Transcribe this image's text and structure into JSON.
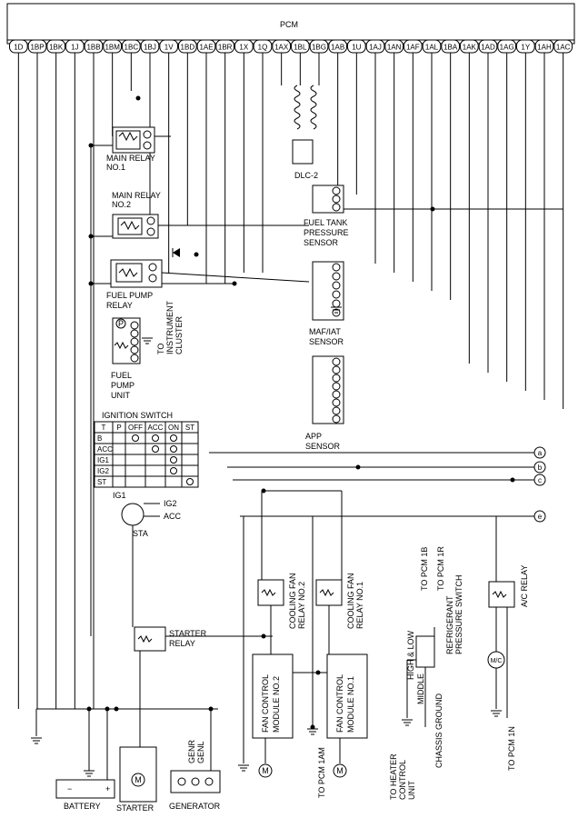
{
  "pcm": {
    "title": "PCM",
    "pins": [
      "1D",
      "1BP",
      "1BK",
      "1J",
      "1BB",
      "1BM",
      "1BC",
      "1BJ",
      "1V",
      "1BD",
      "1AE",
      "1BR",
      "1X",
      "1Q",
      "1AX",
      "1BL",
      "1BG",
      "1AB",
      "1U",
      "1AJ",
      "1AN",
      "1AF",
      "1AL",
      "1BA",
      "1AK",
      "1AD",
      "1AG",
      "1Y",
      "1AH",
      "1AC"
    ]
  },
  "components": {
    "main_relay_1": [
      "MAIN RELAY",
      "NO.1"
    ],
    "main_relay_2": [
      "MAIN RELAY",
      "NO.2"
    ],
    "fuel_pump_relay": [
      "FUEL PUMP",
      "RELAY"
    ],
    "fuel_pump_unit": [
      "FUEL",
      "PUMP",
      "UNIT"
    ],
    "to_instrument_cluster": [
      "TO",
      "INSTRUMENT",
      "CLUSTER"
    ],
    "dlc2": "DLC-2",
    "fuel_tank_sensor": [
      "FUEL TANK",
      "PRESSURE",
      "SENSOR"
    ],
    "maf_iat_sensor": [
      "MAF/IAT",
      "SENSOR"
    ],
    "app_sensor": [
      "APP",
      "SENSOR"
    ],
    "ignition_switch_title": "IGNITION SWITCH",
    "ignition_table": {
      "headers": [
        "T",
        "P",
        "OFF",
        "ACC",
        "ON",
        "ST"
      ],
      "rows": [
        "B",
        "ACC",
        "IG1",
        "IG2",
        "ST"
      ]
    },
    "ig1": "IG1",
    "ig2": "IG2",
    "acc": "ACC",
    "sta": "STA",
    "starter_relay": [
      "STARTER",
      "RELAY"
    ],
    "cooling_fan_relay_2": [
      "COOLING FAN",
      "RELAY NO.2"
    ],
    "cooling_fan_relay_1": [
      "COOLING FAN",
      "RELAY NO.1"
    ],
    "fan_control_module_2": [
      "FAN CONTROL",
      "MODULE NO.2"
    ],
    "fan_control_module_1": [
      "FAN CONTROL",
      "MODULE NO.1"
    ],
    "to_pcm_1am": "TO PCM 1AM",
    "battery": "BATTERY",
    "starter": "STARTER",
    "generator": "GENERATOR",
    "genr": "GENR",
    "genl": "GENL",
    "high_low": "HIGH & LOW",
    "to_pcm_1b": "TO PCM 1B",
    "to_pcm_1r": "TO PCM 1R",
    "refrigerant_switch": [
      "REFRIGERANT",
      "PRESSURE SWITCH"
    ],
    "middle": "MIDDLE",
    "chassis_ground": "CHASSIS GROUND",
    "to_heater_control_unit": [
      "TO HEATER",
      "CONTROL",
      "UNIT"
    ],
    "ac_relay": "A/C RELAY",
    "mc": "M/C",
    "to_pcm_1n": "TO PCM 1N",
    "motor": "M",
    "battery_minus": "−",
    "battery_plus": "+",
    "fuel_pump_p": "P"
  },
  "connectors": [
    "a",
    "b",
    "c",
    "e"
  ]
}
